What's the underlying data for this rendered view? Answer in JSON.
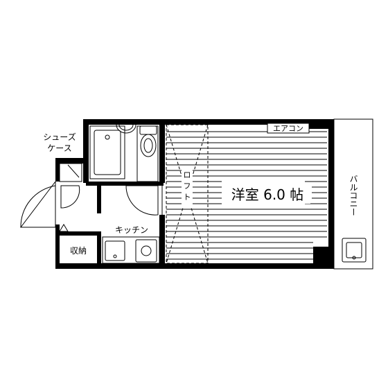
{
  "rooms": {
    "western_room": "洋室 6.0 帖",
    "kitchen": "キッチン",
    "storage": "収納",
    "shoe_case_line1": "シューズ",
    "shoe_case_line2": "ケース",
    "aircon": "エアコン",
    "loft_line1": "ロ",
    "loft_line2": "フ",
    "loft_line3": "ト",
    "balcony": "バルコニー"
  },
  "colors": {
    "wall": "#000000",
    "background": "#ffffff"
  }
}
